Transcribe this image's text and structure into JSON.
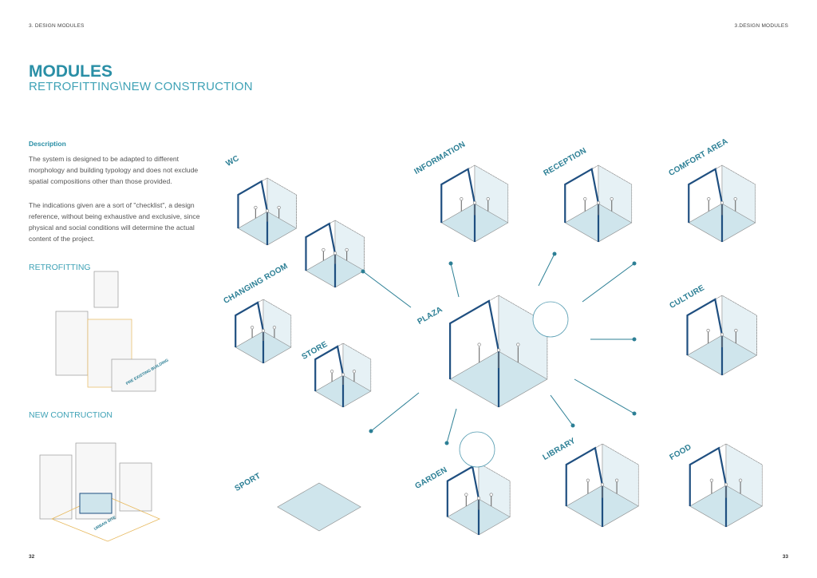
{
  "header": {
    "left": "3. DESIGN MODULES",
    "right": "3.DESIGN MODULES"
  },
  "title": "MODULES",
  "subtitle": "RETROFITTING\\NEW CONSTRUCTION",
  "description": {
    "heading": "Description",
    "p1": "The system is designed to be adapted to different morphology and building typology and does not exclude spatial compositions other than those provided.",
    "p2": "The indications given are a sort of \"checklist\", a design reference, without being exhaustive and exclusive, since physical and social conditions will determine the actual content of the project."
  },
  "sections": {
    "retrofitting": "RETROFITTING",
    "retrofitting_note": "PRE EXISTING BUILDING",
    "new_construction": "NEW CONTRUCTION",
    "new_construction_note": "URBAN SITE"
  },
  "modules": {
    "wc": "WC",
    "information": "INFORMATION",
    "reception": "RECEPTION",
    "comfort": "COMFORT AREA",
    "changing": "CHANGING ROOM",
    "store": "STORE",
    "plaza": "PLAZA",
    "culture": "CULTURE",
    "sport": "SPORT",
    "garden": "GARDEN",
    "library": "LIBRARY",
    "food": "FOOD"
  },
  "pages": {
    "left": "32",
    "right": "33"
  },
  "colors": {
    "accent": "#2a8fa6",
    "wall": "#1f4f80",
    "floor": "#cfe5ec",
    "line": "#8a8a8a"
  }
}
